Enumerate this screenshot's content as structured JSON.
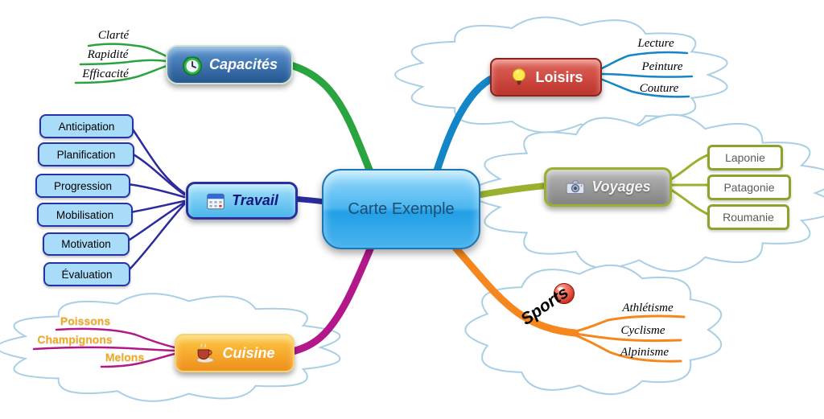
{
  "center": {
    "label": "Carte Exemple"
  },
  "branches": {
    "capacites": {
      "label": "Capacités",
      "color": "#2aa43e",
      "children": [
        "Clarté",
        "Rapidité",
        "Efficacité"
      ]
    },
    "travail": {
      "label": "Travail",
      "color": "#2b2b9e",
      "children": [
        "Anticipation",
        "Planification",
        "Progression",
        "Mobilisation",
        "Motivation",
        "Évaluation"
      ]
    },
    "cuisine": {
      "label": "Cuisine",
      "color": "#b2188a",
      "children_text_color": "#eeaa22",
      "children": [
        "Poissons",
        "Champignons",
        "Melons"
      ]
    },
    "loisirs": {
      "label": "Loisirs",
      "color": "#1486c8",
      "children": [
        "Lecture",
        "Peinture",
        "Couture"
      ]
    },
    "voyages": {
      "label": "Voyages",
      "color": "#9ab12f",
      "children": [
        "Laponie",
        "Patagonie",
        "Roumanie"
      ]
    },
    "sports": {
      "label": "Sports",
      "color": "#f5871e",
      "children": [
        "Athlétisme",
        "Cyclisme",
        "Alpinisme"
      ]
    }
  },
  "cloud_stroke_color": "#a9cfe4"
}
